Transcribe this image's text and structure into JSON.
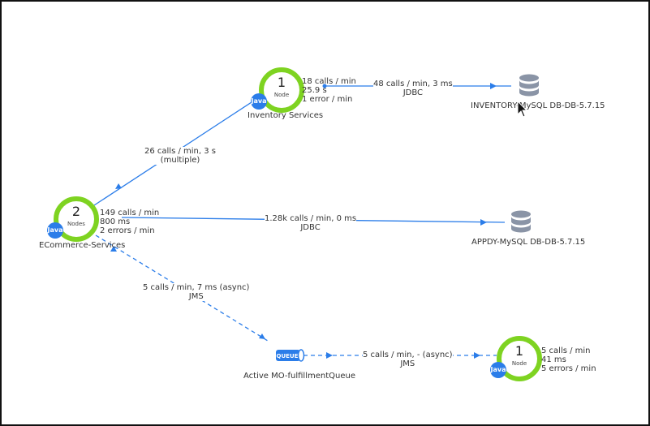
{
  "colors": {
    "node_ring": "#7ed321",
    "java_badge": "#2b7de9",
    "edge": "#2b7de9",
    "db_icon": "#8a94a6",
    "text": "#333333"
  },
  "nodes": {
    "ecommerce": {
      "name": "ECommerce-Services",
      "count": "2",
      "unit": "Nodes",
      "badge": "Java",
      "metrics": [
        "149 calls / min",
        "800 ms",
        "2 errors / min"
      ]
    },
    "inventory": {
      "name": "Inventory Services",
      "count": "1",
      "unit": "Node",
      "badge": "Java",
      "metrics": [
        "18 calls / min",
        "25.9 s",
        "1 error / min"
      ]
    },
    "fulfillment": {
      "name": "",
      "count": "1",
      "unit": "Node",
      "badge": "Java",
      "metrics": [
        "5 calls / min",
        "41 ms",
        "5 errors / min"
      ]
    }
  },
  "backends": {
    "inventory_db": {
      "name": "INVENTORY-MySQL DB-DB-5.7.15",
      "icon": "database-icon"
    },
    "appdy_db": {
      "name": "APPDY-MySQL DB-DB-5.7.15",
      "icon": "database-icon"
    },
    "queue": {
      "name": "Active MO-fulfillmentQueue",
      "icon": "queue-icon",
      "icon_text": "QUEUE"
    }
  },
  "edges": {
    "ecom_to_inventory": {
      "line1": "26 calls / min, 3 s",
      "line2": "(multiple)",
      "style": "solid"
    },
    "inventory_to_db": {
      "line1": "48 calls / min, 3 ms",
      "line2": "JDBC",
      "style": "solid"
    },
    "ecom_to_appdy": {
      "line1": "1.28k calls / min, 0 ms",
      "line2": "JDBC",
      "style": "solid"
    },
    "ecom_to_queue": {
      "line1": "5 calls / min, 7 ms (async)",
      "line2": "JMS",
      "style": "dashed"
    },
    "queue_to_fulfillment": {
      "line1": "5 calls / min, - (async)",
      "line2": "JMS",
      "style": "dashed"
    }
  }
}
